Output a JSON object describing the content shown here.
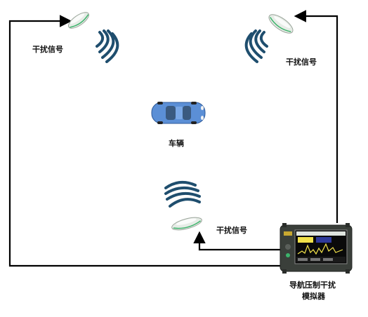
{
  "labels": {
    "jammer_top_left": "干扰信号",
    "jammer_top_right": "干扰信号",
    "jammer_bottom": "干扰信号",
    "vehicle": "车辆",
    "simulator_line1": "导航压制干扰",
    "simulator_line2": "模拟器"
  },
  "colors": {
    "wave": "#1f4e6e",
    "car_body": "#5b8fd6",
    "antenna_dish": "#e6ece6",
    "antenna_accent": "#3cb36b",
    "connector": "#000000",
    "device_body": "#3a3f3a"
  }
}
